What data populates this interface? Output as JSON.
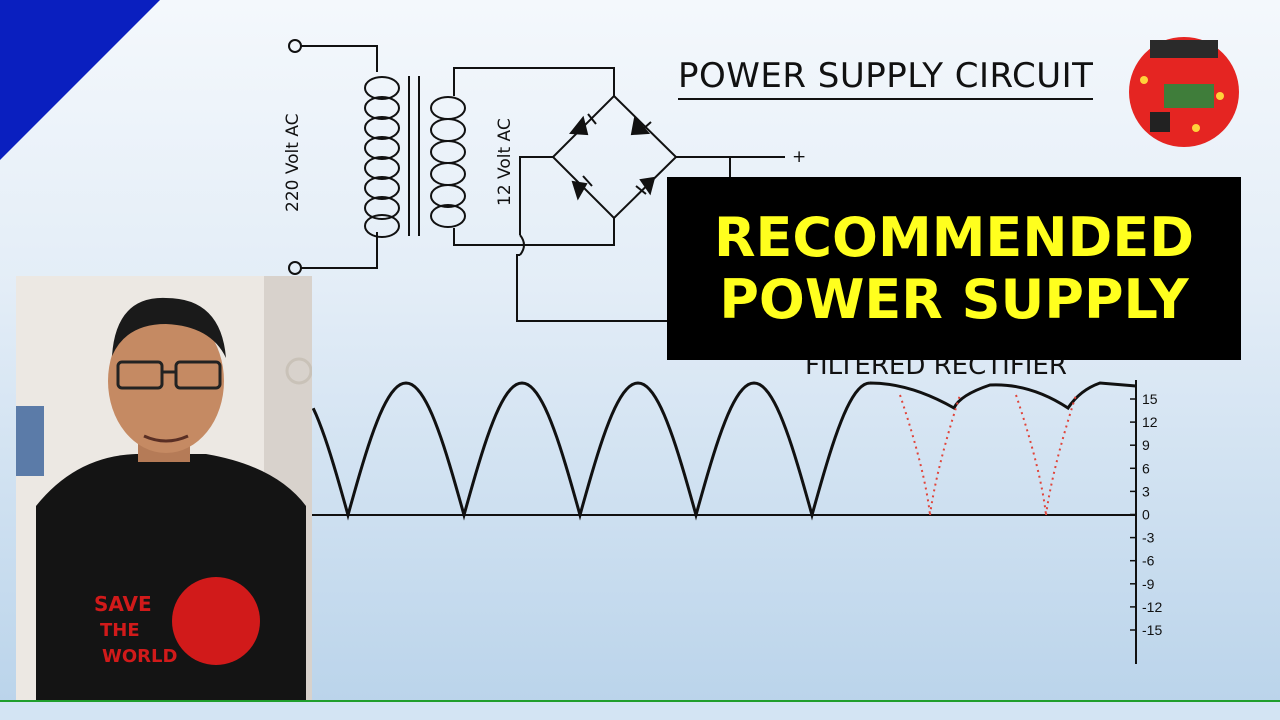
{
  "diagram": {
    "title": "POWER SUPPLY CIRCUIT",
    "primary_label": "220 Volt AC",
    "secondary_label": "12 Volt AC",
    "plus_label": "+",
    "partial_caption": "FILTERED RECTIFIER"
  },
  "banner": {
    "line1": "RECOMMENDED",
    "line2": "POWER SUPPLY"
  },
  "graph_axis": {
    "ticks": [
      "15",
      "12",
      "9",
      "6",
      "3",
      "0",
      "-3",
      "-6",
      "-9",
      "-12",
      "-15"
    ]
  },
  "colors": {
    "corner_accent": "#0a1fbf",
    "banner_bg": "#000000",
    "banner_text": "#ffff1e",
    "dotted_ripple": "#e0443a",
    "bottom_line": "#1f9e2c"
  },
  "webcam": {
    "shirt_text": [
      "SAVE",
      "THE",
      "WORLD"
    ]
  }
}
